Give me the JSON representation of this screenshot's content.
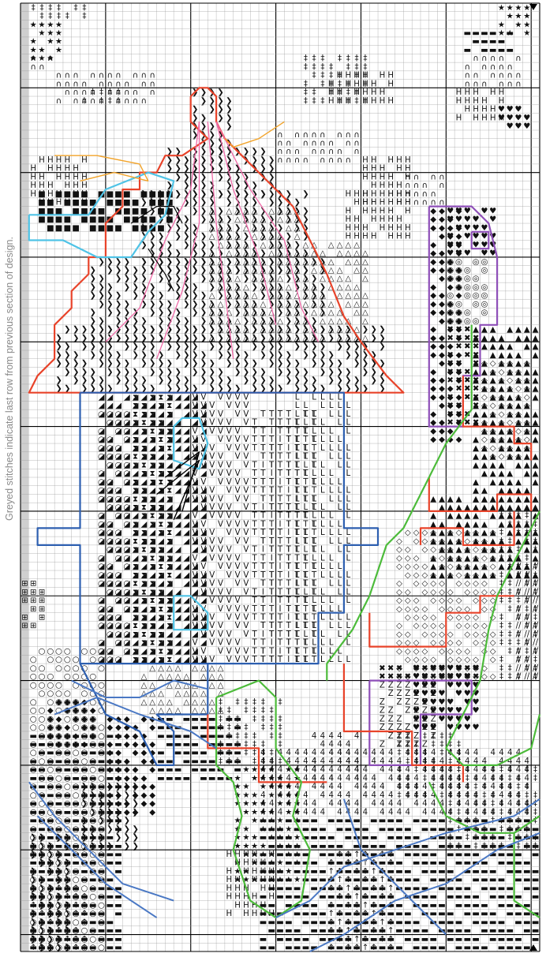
{
  "caption": "Greyed stitches indicate last row from previous section of design.",
  "grid": {
    "cols": 61,
    "rows": 112
  },
  "colors": {
    "orange_red": "#e8432a",
    "blue": "#2d5fb0",
    "cyan": "#4fc3e6",
    "green": "#4cbb3a",
    "purple": "#8e4fb8",
    "pink": "#f06aa8",
    "gold": "#f2a42b",
    "backstitch_blue": "#4a78c4",
    "black": "#000000"
  },
  "icons": [
    "star-symbol",
    "heart-symbol",
    "diamond-symbol",
    "arch-symbol",
    "h-symbol",
    "triangle-symbol",
    "arrow-symbol",
    "center-arrow-top",
    "center-arrow-bottom"
  ]
}
